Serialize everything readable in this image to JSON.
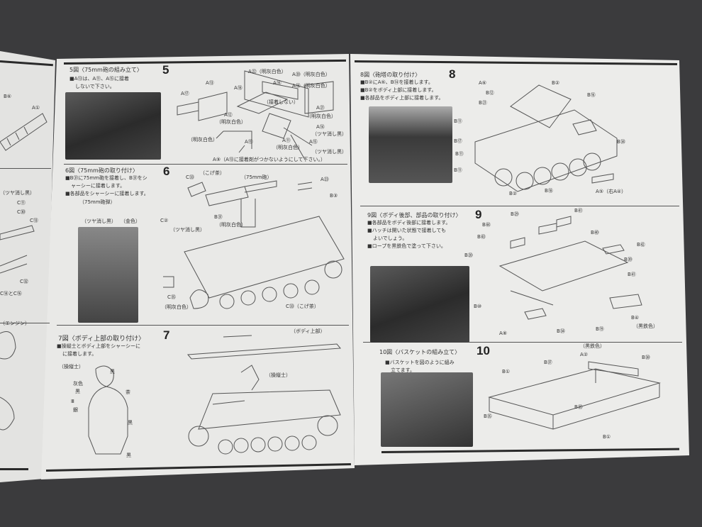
{
  "left_fragment": {
    "labels": [
      "B⑥",
      "A①",
      "（ツヤ消し黒）",
      "C⑪",
      "C㉚",
      "C⑬",
      "C㉜",
      "C⑭とC⑯",
      "（エンジン）"
    ]
  },
  "steps": [
    {
      "number": "5",
      "title": "5図〈75mm砲の組み立て〉",
      "notes": [
        "■A⑬は、A⑪、A⑮に接着",
        "しないで下さい。"
      ],
      "labels": [
        "A㉒（明灰白色）",
        "A⑳（明灰白色）",
        "A⑬",
        "A⑯",
        "A⑱（明灰白色）",
        "A⑰",
        "A⑱",
        "（接着しない）",
        "A㉑",
        "（明灰白色）",
        "A⑫",
        "（明灰白色）",
        "A⑭",
        "（ツヤ消し黒）",
        "（明灰白色）",
        "A⑮",
        "A⑪",
        "（明灰白色）",
        "A⑮",
        "（ツヤ消し黒）",
        "A⑨（A⑬に接着剤がつかないようにして下さい。）"
      ]
    },
    {
      "number": "6",
      "title": "6図〈75mm砲の取り付け〉",
      "notes": [
        "■B㉛に75mm砲を接着し、B㉛をシ",
        "ャーシーに接着します。",
        "■各部品をシャーシーに接着します。"
      ],
      "labels": [
        "（75mm砲弾）",
        "（ツヤ消し黒）",
        "（金色）",
        "（こげ茶）",
        "C㉝",
        "（75mm砲）",
        "A㉓",
        "B③",
        "C②",
        "（ツヤ消し黒）",
        "B㉛",
        "（明灰白色）",
        "C㉟",
        "（明灰白色）",
        "C㉝（こげ茶）"
      ]
    },
    {
      "number": "7",
      "title": "7図〈ボディ上部の取り付け〉",
      "notes": [
        "■操縦士とボディ上部をシャーシーに",
        "に接着します。"
      ],
      "labels": [
        "（操縦士）",
        "黒",
        "灰色",
        "黒",
        "Ⅲ",
        "銀",
        "茶",
        "黒",
        "黒",
        "（ボディ上部）",
        "（操縦士）"
      ]
    },
    {
      "number": "8",
      "title": "8図〈砲塔の取り付け〉",
      "notes": [
        "■B②にA⑥、B⑭を接着します。",
        "■B②をボディ上部に接着します。",
        "■各部品をボディ上部に接着します。"
      ],
      "labels": [
        "A⑥",
        "B②",
        "B⑫",
        "B⑯",
        "B㉑",
        "B⑪",
        "B⑰",
        "B⑪",
        "B⑪",
        "B㉞",
        "B②",
        "B⑱",
        "A⑤（右A④）"
      ]
    },
    {
      "number": "9",
      "title": "9図〈ボディ後部、部品の取り付け〉",
      "notes": [
        "■各部品をボディ後部に接着します。",
        "■ハッチは開いた状態で接着しても",
        "よいでしょう。",
        "■ロープを黒鉄色で塗って下さい。"
      ],
      "labels": [
        "B㉙",
        "B㊶",
        "B㊹",
        "B㊸",
        "B㊵",
        "B㊷",
        "B⑳",
        "B㊴",
        "B㊶",
        "B⑩",
        "B④",
        "（黒鉄色）",
        "A⑧",
        "B㉞",
        "B⑲"
      ]
    },
    {
      "number": "10",
      "title": "10図〈バスケットの組み立て〉",
      "notes": [
        "■バスケットを図のように組み",
        "立てます。"
      ],
      "labels": [
        "（黒鉄色）",
        "A②",
        "B㊲",
        "B㊳",
        "B①",
        "B㉟",
        "B㉟",
        "B①"
      ]
    }
  ]
}
